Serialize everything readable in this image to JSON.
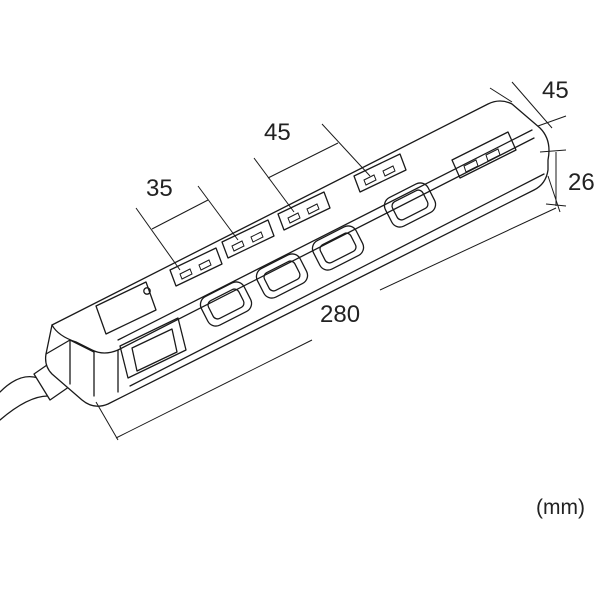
{
  "dimensions": {
    "socket_pitch_small": "35",
    "socket_pitch_large": "45",
    "depth": "45",
    "height": "26",
    "length": "280"
  },
  "unit": "(mm)"
}
